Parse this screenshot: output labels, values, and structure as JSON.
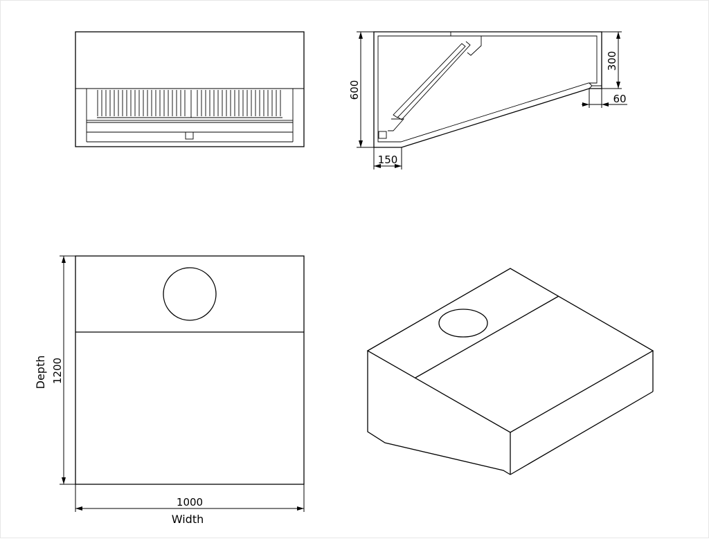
{
  "colors": {
    "line": "#000000",
    "background": "#ffffff",
    "sheet_border": "#e6e6e6"
  },
  "side_view": {
    "dim_height": "600",
    "dim_top_edge": "300",
    "dim_front_lip": "60",
    "dim_back_gutter": "150"
  },
  "top_view": {
    "depth_value": "1200",
    "depth_label": "Depth",
    "width_value": "1000",
    "width_label": "Width"
  }
}
